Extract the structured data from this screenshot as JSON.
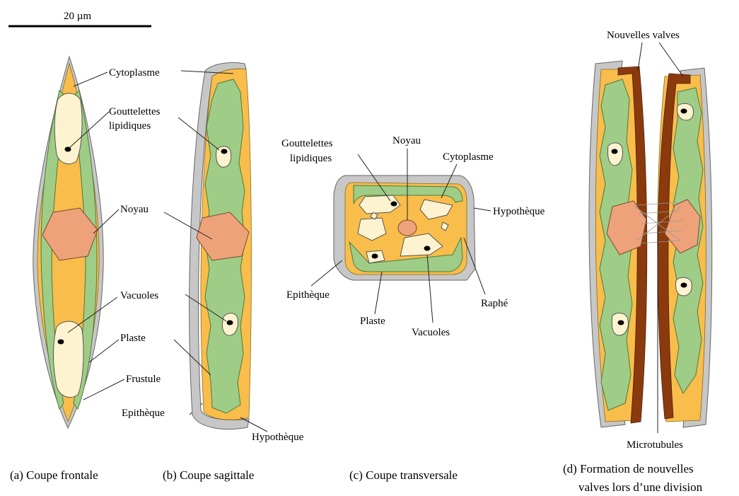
{
  "scale_bar": {
    "label": "20 µm"
  },
  "panel_a": {
    "caption": "(a) Coupe frontale",
    "labels": {
      "cytoplasme": "Cytoplasme",
      "gouttelettes_1": "Gouttelettes",
      "gouttelettes_2": "lipidiques",
      "noyau": "Noyau",
      "vacuoles": "Vacuoles",
      "plaste": "Plaste",
      "frustule": "Frustule",
      "epitheque": "Epithèque"
    }
  },
  "panel_b": {
    "caption": "(b) Coupe sagittale",
    "labels": {
      "hypotheque": "Hypothèque"
    }
  },
  "panel_c": {
    "caption": "(c) Coupe transversale",
    "labels": {
      "gouttelettes_1": "Gouttelettes",
      "gouttelettes_2": "lipidiques",
      "noyau": "Noyau",
      "cytoplasme": "Cytoplasme",
      "hypotheque": "Hypothèque",
      "epitheque": "Epithèque",
      "raphe": "Raphé",
      "plaste": "Plaste",
      "vacuoles": "Vacuoles"
    }
  },
  "panel_d": {
    "caption_1": "(d) Formation de nouvelles",
    "caption_2": "valves lors d’une division",
    "labels": {
      "nouvelles_valves": "Nouvelles valves",
      "microtubules": "Microtubules"
    }
  },
  "colors": {
    "frustule": "#c7c7c7",
    "cytoplasme": "#f9bd4b",
    "plaste": "#9fcd87",
    "vacuole": "#fdf3d0",
    "noyau": "#eea27a",
    "nouvelles_valves": "#8b3a0e"
  }
}
